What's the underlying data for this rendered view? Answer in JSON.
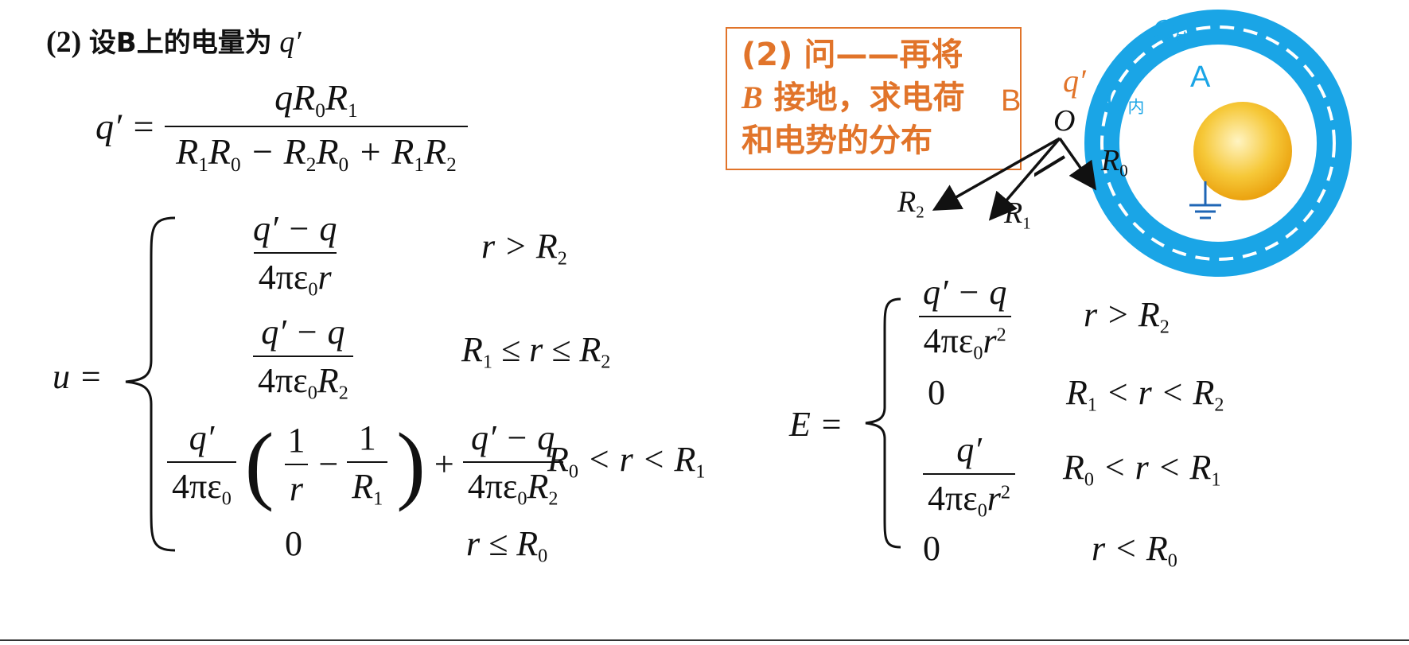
{
  "heading": {
    "prefix": "(2)",
    "text": "设B上的电量为",
    "var": "q′"
  },
  "q_eq": {
    "lhs": "q′ =",
    "num": [
      "q",
      "R",
      "0",
      "R",
      "1"
    ],
    "den": [
      "R",
      "1",
      "R",
      "0",
      " − R",
      "2",
      "R",
      "0",
      " + R",
      "1",
      "R",
      "2"
    ]
  },
  "u": {
    "lhs": "u =",
    "rows": [
      {
        "num": "q′ − q",
        "den_a": "4πε",
        "den_sub": "0",
        "den_b": "r",
        "cond": "r > R",
        "cond_sub": "2"
      },
      {
        "num": "q′ − q",
        "den_a": "4πε",
        "den_sub": "0",
        "den_b": "R",
        "den_sub2": "2",
        "cond_a": "R",
        "cond_sub_a": "1",
        "cond_b": " ≤ r ≤ R",
        "cond_sub_b": "2"
      },
      {
        "cond_a": "R",
        "cond_sub_a": "0",
        "cond_b": " < r < R",
        "cond_sub_b": "1"
      },
      {
        "value": "0",
        "cond": "r ≤ R",
        "cond_sub": "0"
      }
    ]
  },
  "E": {
    "lhs": "E =",
    "rows": [
      {
        "num": "q′ − q",
        "den": "4πε",
        "den_sub": "0",
        "den_b": "r",
        "sup": "2",
        "cond": "r > R",
        "cond_sub": "2"
      },
      {
        "value": "0",
        "cond_a": "R",
        "cond_sub_a": "1",
        "cond_b": " < r < R",
        "cond_sub_b": "2"
      },
      {
        "num": "q′",
        "den": "4πε",
        "den_sub": "0",
        "den_b": "r",
        "sup": "2",
        "cond_a": "R",
        "cond_sub_a": "0",
        "cond_b": " < r < R",
        "cond_sub_b": "1"
      },
      {
        "value": "0",
        "cond": "r < R",
        "cond_sub": "0"
      }
    ]
  },
  "callout": {
    "line1": "(2) 问——再将",
    "line2_b": "B",
    "line2": " 接地，求电荷",
    "line3": "和电势的分布"
  },
  "diagram": {
    "label_A": "A",
    "label_B": "B",
    "label_O": "O",
    "label_q": "q′",
    "Q_out": "Q",
    "Q_out_sub": "外",
    "Q_in": "Q",
    "Q_in_sub": "内",
    "R0": "R",
    "R0_sub": "0",
    "R1": "R",
    "R1_sub": "1",
    "R2": "R",
    "R2_sub": "2",
    "colors": {
      "shell": "#1aa5e6",
      "sphere": "#f4b51c",
      "orange": "#e1742a",
      "ground": "#1f66b5"
    }
  }
}
